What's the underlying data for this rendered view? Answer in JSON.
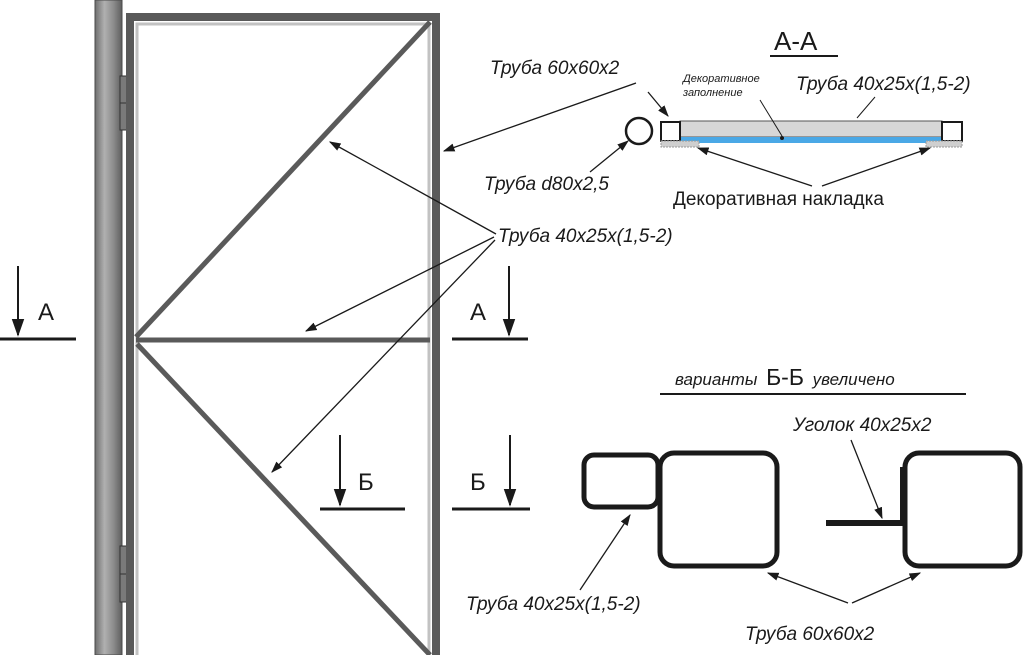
{
  "section_aa_title": "А-А",
  "section_mark_a": "А",
  "section_mark_b": "Б",
  "label_tube_60": "Труба 60х60х2",
  "label_tube_40": "Труба 40х25х(1,5-2)",
  "label_tube_d80": "Труба d80х2,5",
  "label_decor_fill": "Декоративное заполнение",
  "label_decor_fill_line1": "Декоративное",
  "label_decor_fill_line2": "заполнение",
  "label_decor_overlay": "Декоративная накладка",
  "variants_prefix": "варианты",
  "variants_mark": "Б-Б",
  "variants_suffix": "увеличено",
  "label_angle": "Уголок 40х25х2",
  "colors": {
    "pipe_gray": "#8c8c8c",
    "frame_gray": "#5a5a5a",
    "frame_inner": "#bdbdbd",
    "glass_blue": "#4aa8e6",
    "line": "#1a1a1a"
  }
}
